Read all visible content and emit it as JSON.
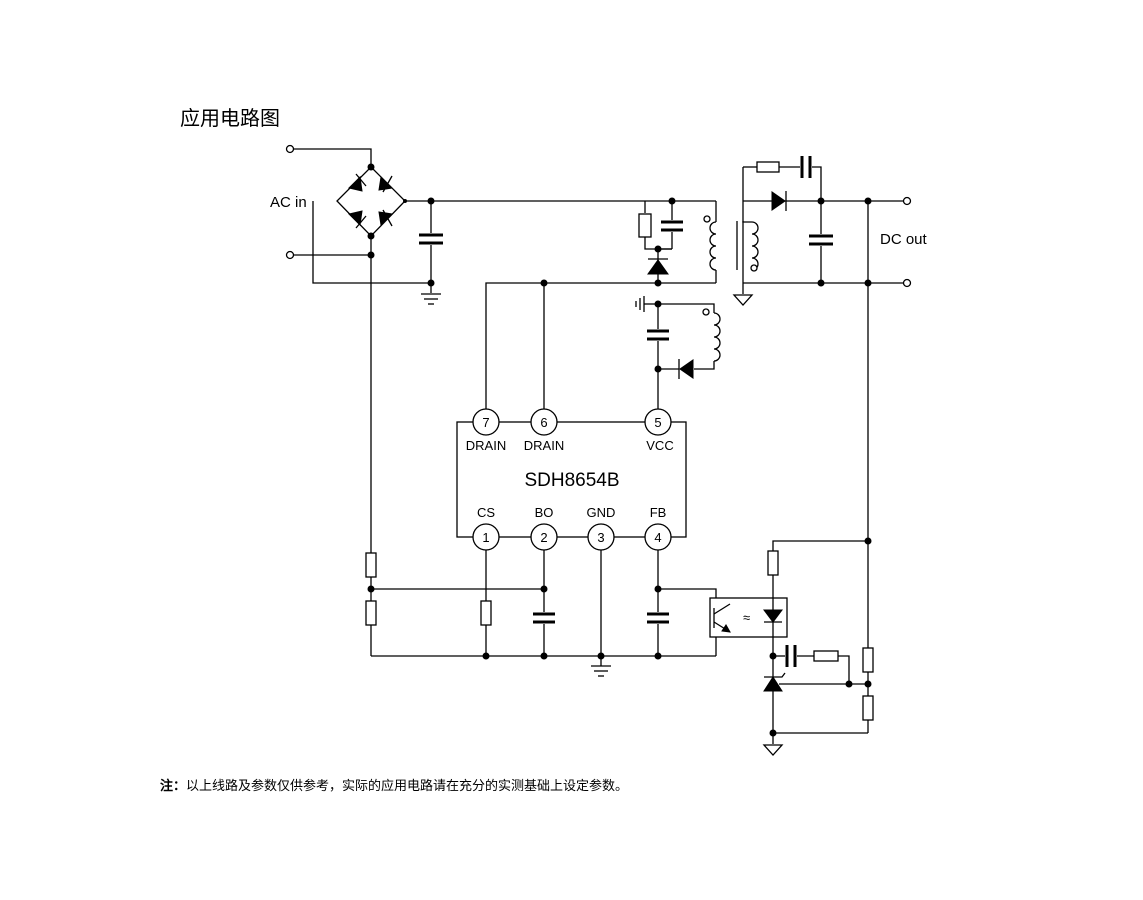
{
  "title": "应用电路图",
  "labels": {
    "ac_in": "AC in",
    "dc_out": "DC out",
    "chip_name": "SDH8654B"
  },
  "pins": [
    {
      "num": "7",
      "name": "DRAIN"
    },
    {
      "num": "6",
      "name": "DRAIN"
    },
    {
      "num": "5",
      "name": "VCC"
    },
    {
      "num": "1",
      "name": "CS"
    },
    {
      "num": "2",
      "name": "BO"
    },
    {
      "num": "3",
      "name": "GND"
    },
    {
      "num": "4",
      "name": "FB"
    }
  ],
  "footnote": {
    "prefix": "注：",
    "text": "以上线路及参数仅供参考，实际的应用电路请在充分的实测基础上设定参数。"
  }
}
